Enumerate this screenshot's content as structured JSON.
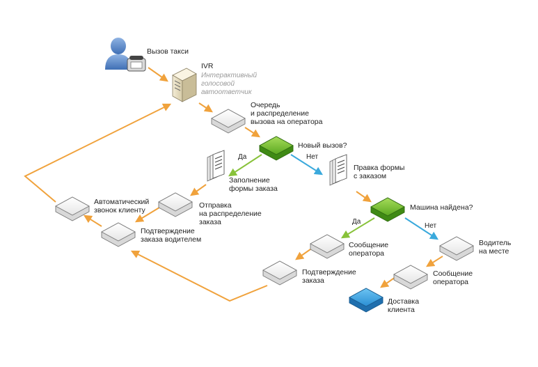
{
  "colors": {
    "flow": "#f0a23c",
    "yes": "#88c23a",
    "no": "#3aa9dc",
    "decision": "#5aa820",
    "final": "#2a8ed4",
    "node": "#ffffff"
  },
  "labels": {
    "call": "Вызов такси",
    "ivr_title": "IVR",
    "ivr_desc": [
      "Интерактивный",
      "голосовой",
      "автоответчик"
    ],
    "queue": [
      "Очередь",
      "и распределение",
      "вызова на оператора"
    ],
    "new_call": "Новый вызов?",
    "yes1": "Да",
    "no1": "Нет",
    "fill_form": [
      "Заполнение",
      "формы заказа"
    ],
    "edit_form": [
      "Правка формы",
      "с заказом"
    ],
    "car_found": "Машина найдена?",
    "send_dist": [
      "Отправка",
      "на распределение",
      "заказа"
    ],
    "auto_call": [
      "Автоматический",
      "звонок клиенту"
    ],
    "driver_confirm": [
      "Подтверждение",
      "заказа водителем"
    ],
    "yes2": "Да",
    "no2": "Нет",
    "op_msg1": [
      "Сообщение",
      "оператора"
    ],
    "driver_place": [
      "Водитель",
      "на месте"
    ],
    "order_confirm": [
      "Подтверждение",
      "заказа"
    ],
    "op_msg2": [
      "Сообщение",
      "оператора"
    ],
    "delivery": [
      "Доставка",
      "клиента"
    ]
  }
}
